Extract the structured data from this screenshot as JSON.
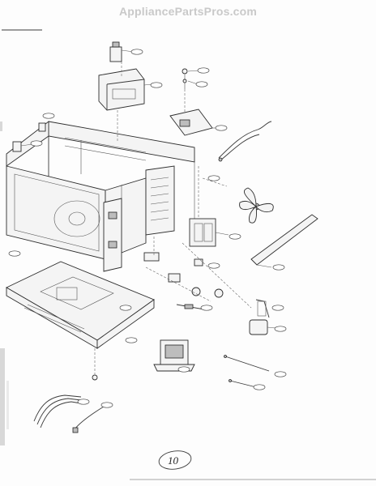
{
  "watermark": {
    "text": "AppliancePartsPros.com"
  },
  "page_number": "10",
  "colors": {
    "ink": "#2e2e2e",
    "paper": "#fdfdfd",
    "watermark": "#c9c9c9"
  },
  "callouts": [
    {
      "id": "c-top-fuse",
      "label": ""
    },
    {
      "id": "c-bracket",
      "label": ""
    },
    {
      "id": "c-lamp",
      "label": ""
    },
    {
      "id": "c-screw-1",
      "label": ""
    },
    {
      "id": "c-pcb",
      "label": ""
    },
    {
      "id": "c-harness",
      "label": ""
    },
    {
      "id": "c-left-screw",
      "label": ""
    },
    {
      "id": "c-latch",
      "label": ""
    },
    {
      "id": "c-switch",
      "label": ""
    },
    {
      "id": "c-fan",
      "label": ""
    },
    {
      "id": "c-motor",
      "label": ""
    },
    {
      "id": "c-bar",
      "label": ""
    },
    {
      "id": "c-cap",
      "label": ""
    },
    {
      "id": "c-diode",
      "label": ""
    },
    {
      "id": "c-thermo",
      "label": ""
    },
    {
      "id": "c-transformer",
      "label": ""
    },
    {
      "id": "c-base",
      "label": ""
    },
    {
      "id": "c-wire-1",
      "label": ""
    },
    {
      "id": "c-wire-2",
      "label": ""
    },
    {
      "id": "c-foot",
      "label": ""
    },
    {
      "id": "c-cable-1",
      "label": ""
    },
    {
      "id": "c-cable-2",
      "label": ""
    }
  ]
}
